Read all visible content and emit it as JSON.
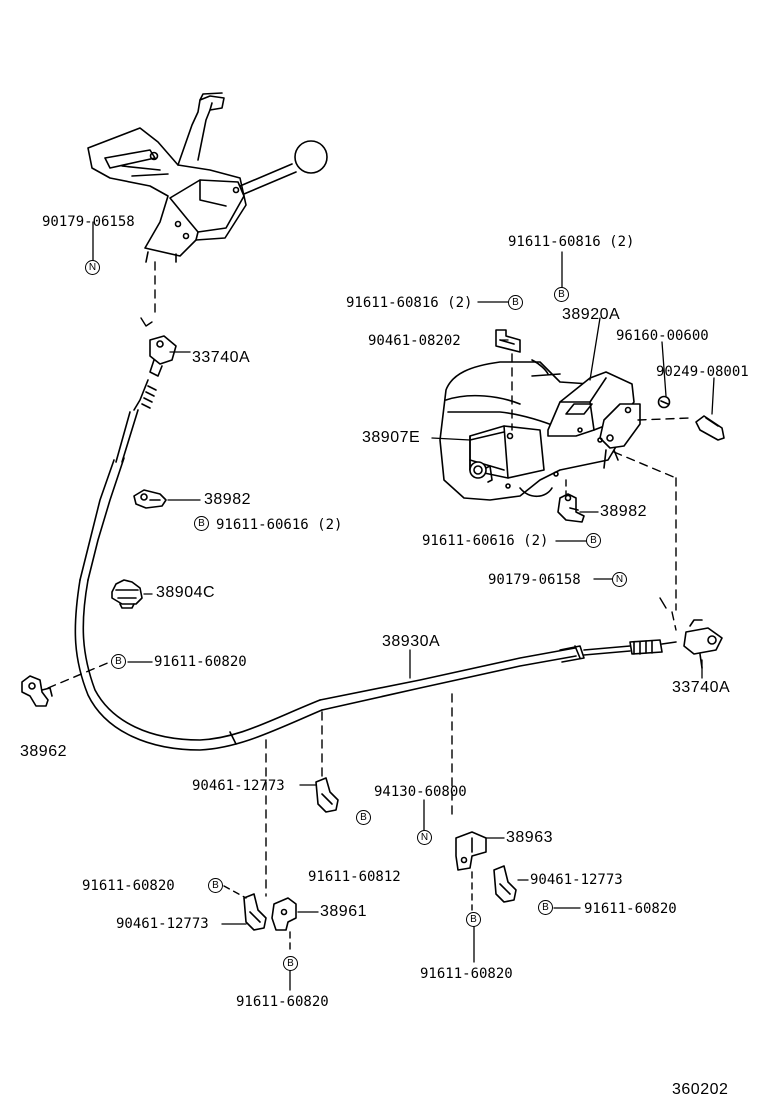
{
  "badges": {
    "nut": "N",
    "bolt": "B"
  },
  "labels": {
    "part_90179_06158_top": "90179-06158",
    "part_33740A_top": "33740A",
    "part_38982_left": "38982",
    "part_91611_60616_left": "91611-60616 (2)",
    "part_38904C": "38904C",
    "part_91611_60820_left": "91611-60820",
    "part_38962": "38962",
    "part_91611_60816_top": "91611-60816 (2)",
    "part_91611_60816_mid": "91611-60816 (2)",
    "part_38920A": "38920A",
    "part_90461_08202": "90461-08202",
    "part_96160_00600": "96160-00600",
    "part_90249_08001": "90249-08001",
    "part_38907E": "38907E",
    "part_38982_right": "38982",
    "part_91611_60616_right": "91611-60616 (2)",
    "part_90179_06158_right": "90179-06158",
    "part_38930A": "38930A",
    "part_33740A_right": "33740A",
    "part_90461_12773_mid": "90461-12773",
    "part_94130_60800": "94130-60800",
    "part_91611_60812": "91611-60812",
    "part_38963": "38963",
    "part_90461_12773_right": "90461-12773",
    "part_91611_60820_right": "91611-60820",
    "part_91611_60820_lowleft": "91611-60820",
    "part_90461_12773_lowleft": "90461-12773",
    "part_38961": "38961",
    "part_91611_60820_bottom": "91611-60820",
    "part_91611_60820_center": "91611-60820",
    "diagram_number": "360202"
  }
}
